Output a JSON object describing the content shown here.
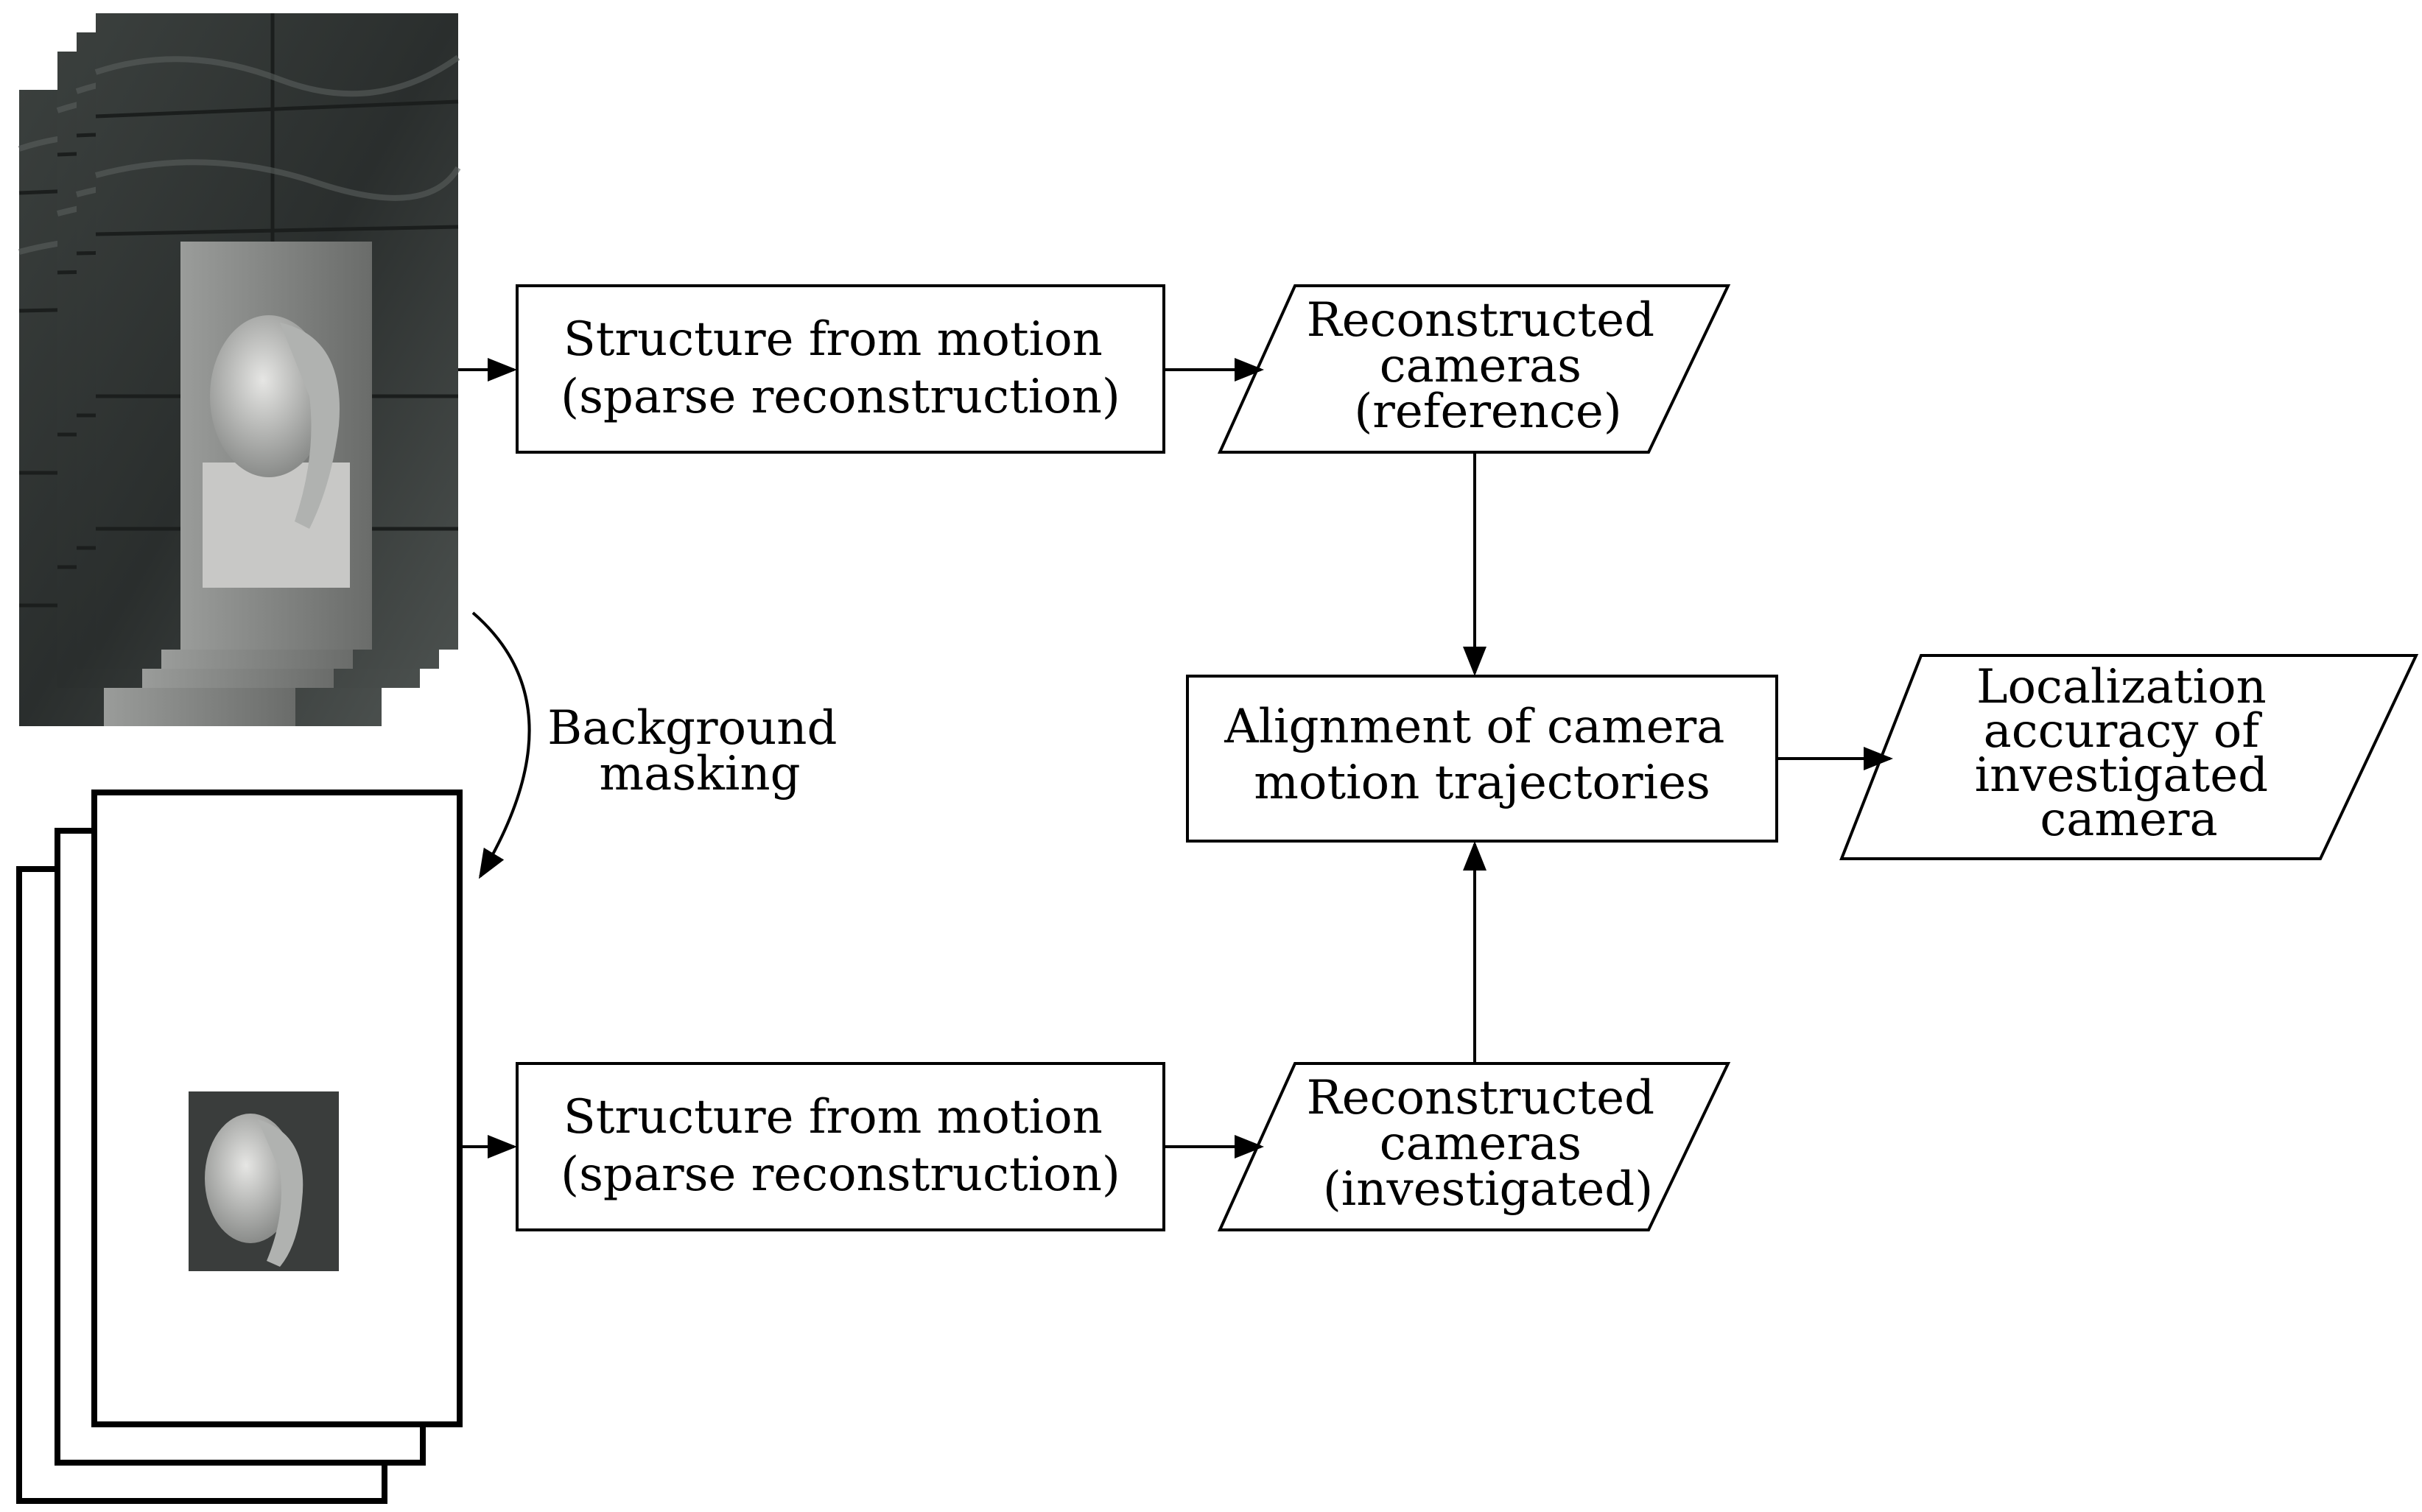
{
  "colors": {
    "stroke": "#000000",
    "background": "#ffffff",
    "photo_dark": "#2a2e2d",
    "photo_mid": "#555a58",
    "photo_light": "#c8c8c6"
  },
  "images": {
    "original_stack": {
      "count": 4,
      "content": "mannequin-head-photo-with-textured-background"
    },
    "masked_stack": {
      "count": 3,
      "content": "mannequin-head-photo-masked"
    }
  },
  "labels": {
    "masking": [
      "Background",
      "masking"
    ]
  },
  "nodes": {
    "sfm_top": {
      "shape": "rectangle",
      "lines": [
        "Structure from motion",
        "(sparse reconstruction)"
      ]
    },
    "cams_ref": {
      "shape": "parallelogram",
      "lines": [
        "Reconstructed",
        "cameras",
        "(reference)"
      ]
    },
    "alignment": {
      "shape": "rectangle",
      "lines": [
        "Alignment of camera",
        "motion trajectories"
      ]
    },
    "accuracy": {
      "shape": "parallelogram",
      "lines": [
        "Localization",
        "accuracy of",
        "investigated",
        "camera"
      ]
    },
    "sfm_bottom": {
      "shape": "rectangle",
      "lines": [
        "Structure from motion",
        "(sparse reconstruction)"
      ]
    },
    "cams_inv": {
      "shape": "parallelogram",
      "lines": [
        "Reconstructed",
        "cameras",
        "(investigated)"
      ]
    }
  },
  "edges": [
    {
      "from": "original_stack",
      "to": "sfm_top"
    },
    {
      "from": "sfm_top",
      "to": "cams_ref"
    },
    {
      "from": "cams_ref",
      "to": "alignment"
    },
    {
      "from": "alignment",
      "to": "accuracy"
    },
    {
      "from": "masked_stack",
      "to": "sfm_bottom"
    },
    {
      "from": "sfm_bottom",
      "to": "cams_inv"
    },
    {
      "from": "cams_inv",
      "to": "alignment"
    },
    {
      "from": "original_stack",
      "to": "masked_stack",
      "label": "masking"
    }
  ]
}
